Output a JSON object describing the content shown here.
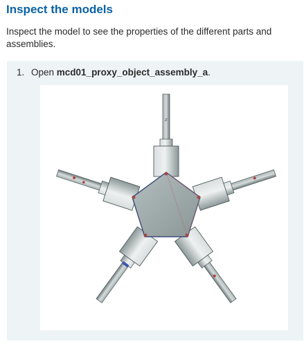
{
  "title": "Inspect the models",
  "intro": "Inspect the model to see the properties of the different parts and assemblies.",
  "step": {
    "number": "1.",
    "prefix": "Open ",
    "model_name": "mcd01_proxy_object_assembly_a",
    "suffix": "."
  },
  "figure": {
    "icon": "pentagon-hub-assembly-render",
    "colors": {
      "hub": "#9aa6a6",
      "cylinder": "#b9c3c3",
      "rod": "#7e8a8c",
      "edge": "#3c4a78",
      "marker": "#b04040"
    }
  }
}
